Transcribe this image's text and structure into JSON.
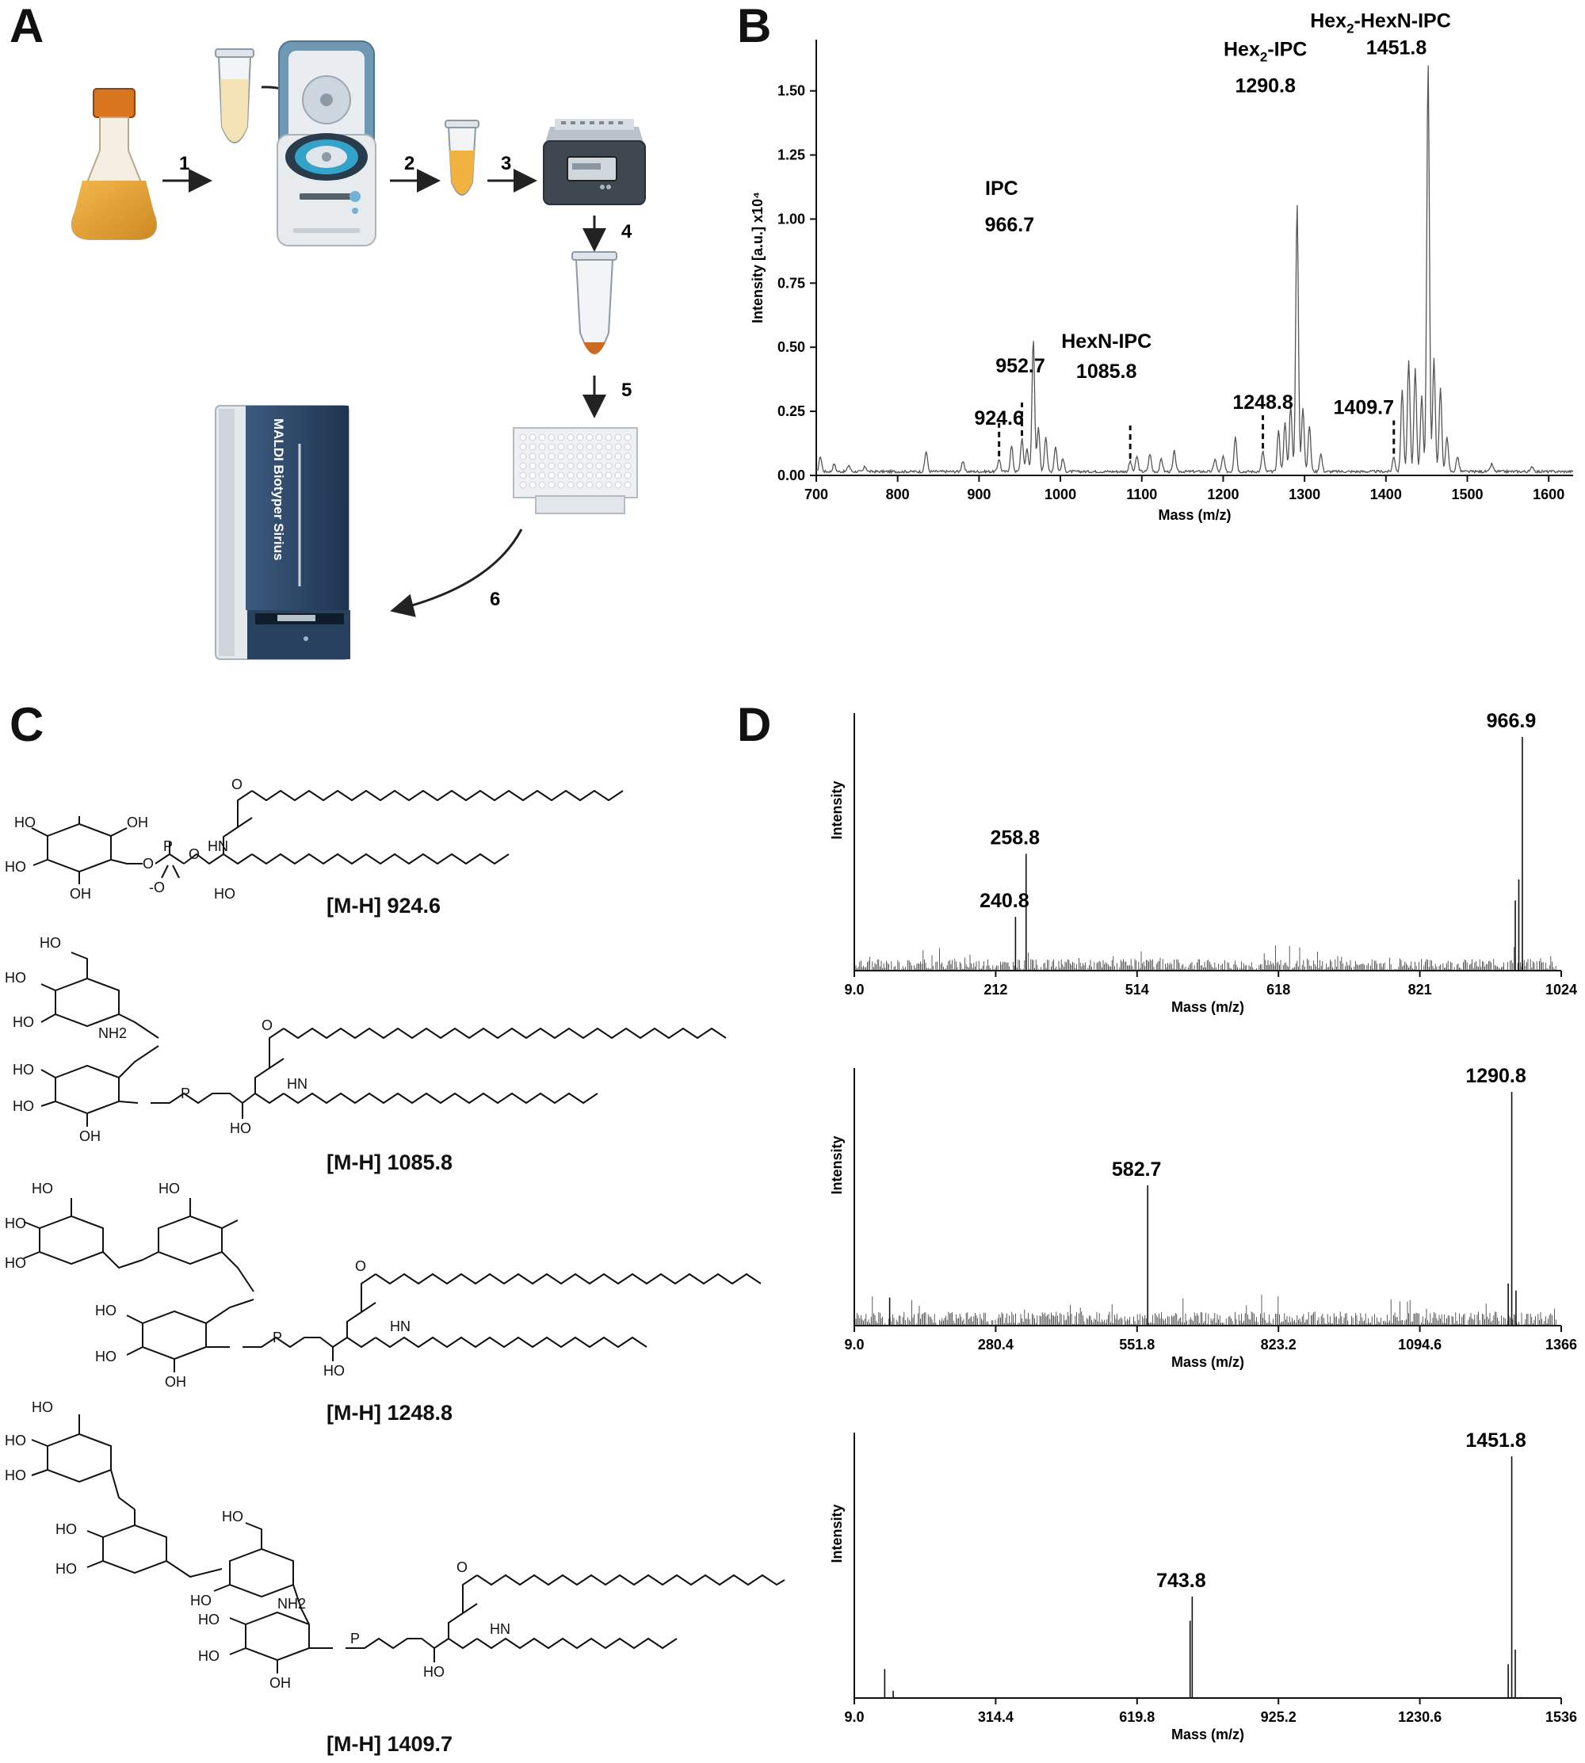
{
  "panels": {
    "a": "A",
    "b": "B",
    "c": "C",
    "d": "D"
  },
  "workflow": {
    "steps": [
      "1",
      "2",
      "3",
      "4",
      "5",
      "6"
    ],
    "instrument_label": "MALDI Biotyper Sirius"
  },
  "structures": {
    "labels": [
      "[M-H] 924.6",
      "[M-H] 1085.8",
      "[M-H] 1248.8",
      "[M-H] 1409.7"
    ],
    "atoms": {
      "ho": "HO",
      "oh": "OH",
      "o": "O",
      "p": "P",
      "hn": "HN",
      "nh2": "NH2",
      "o_minus": "-O"
    }
  },
  "chart_data": [
    {
      "type": "line",
      "panel": "B",
      "xlabel": "Mass (m/z)",
      "ylabel": "Intensity [a.u.] x10⁴",
      "xlim": [
        700,
        1630
      ],
      "ylim": [
        0,
        1.7
      ],
      "x_ticks": [
        "700",
        "800",
        "900",
        "1000",
        "1100",
        "1200",
        "1300",
        "1400",
        "1500",
        "1600"
      ],
      "y_ticks": [
        "0.00",
        "0.25",
        "0.50",
        "0.75",
        "1.00",
        "1.25",
        "1.50"
      ],
      "peaks": [
        {
          "x": 705,
          "y": 0.06
        },
        {
          "x": 722,
          "y": 0.03
        },
        {
          "x": 740,
          "y": 0.025
        },
        {
          "x": 760,
          "y": 0.02
        },
        {
          "x": 835,
          "y": 0.08
        },
        {
          "x": 880,
          "y": 0.04
        },
        {
          "x": 924.6,
          "y": 0.05
        },
        {
          "x": 940,
          "y": 0.1
        },
        {
          "x": 952.7,
          "y": 0.13
        },
        {
          "x": 959,
          "y": 0.09
        },
        {
          "x": 966.7,
          "y": 0.52
        },
        {
          "x": 973,
          "y": 0.17
        },
        {
          "x": 982,
          "y": 0.14
        },
        {
          "x": 994,
          "y": 0.1
        },
        {
          "x": 1003,
          "y": 0.05
        },
        {
          "x": 1085.8,
          "y": 0.04
        },
        {
          "x": 1094,
          "y": 0.06
        },
        {
          "x": 1110,
          "y": 0.07
        },
        {
          "x": 1124,
          "y": 0.05
        },
        {
          "x": 1140,
          "y": 0.08
        },
        {
          "x": 1190,
          "y": 0.05
        },
        {
          "x": 1200,
          "y": 0.06
        },
        {
          "x": 1215,
          "y": 0.14
        },
        {
          "x": 1248.8,
          "y": 0.08
        },
        {
          "x": 1268,
          "y": 0.16
        },
        {
          "x": 1276,
          "y": 0.19
        },
        {
          "x": 1283,
          "y": 0.26
        },
        {
          "x": 1290.8,
          "y": 1.05
        },
        {
          "x": 1298,
          "y": 0.25
        },
        {
          "x": 1306,
          "y": 0.18
        },
        {
          "x": 1320,
          "y": 0.07
        },
        {
          "x": 1409.7,
          "y": 0.06
        },
        {
          "x": 1420,
          "y": 0.32
        },
        {
          "x": 1428,
          "y": 0.43
        },
        {
          "x": 1436,
          "y": 0.4
        },
        {
          "x": 1444,
          "y": 0.3
        },
        {
          "x": 1451.8,
          "y": 1.6
        },
        {
          "x": 1459,
          "y": 0.44
        },
        {
          "x": 1467,
          "y": 0.33
        },
        {
          "x": 1475,
          "y": 0.14
        },
        {
          "x": 1488,
          "y": 0.06
        },
        {
          "x": 1530,
          "y": 0.03
        },
        {
          "x": 1580,
          "y": 0.02
        }
      ],
      "annotations": [
        {
          "label": "924.6",
          "x": 924.6,
          "y": 0.05,
          "dashed": true
        },
        {
          "label": "952.7",
          "x": 952.7,
          "y": 0.13,
          "dashed": true
        },
        {
          "label": "IPC",
          "x": 966.7,
          "y": 0.52,
          "dashed": false
        },
        {
          "label": "966.7",
          "x": 966.7,
          "y": 0.52,
          "dashed": false
        },
        {
          "label": "HexN-IPC",
          "x": 1085.8,
          "y": 0.04,
          "dashed": true
        },
        {
          "label": "1085.8",
          "x": 1085.8,
          "y": 0.04,
          "dashed": true
        },
        {
          "label": "1248.8",
          "x": 1248.8,
          "y": 0.08,
          "dashed": true
        },
        {
          "label": "Hex2-IPC",
          "x": 1290.8,
          "y": 1.05,
          "dashed": false
        },
        {
          "label": "1290.8",
          "x": 1290.8,
          "y": 1.05,
          "dashed": false
        },
        {
          "label": "1409.7",
          "x": 1409.7,
          "y": 0.06,
          "dashed": true
        },
        {
          "label": "Hex2-HexN-IPC",
          "x": 1451.8,
          "y": 1.6,
          "dashed": false
        },
        {
          "label": "1451.8",
          "x": 1451.8,
          "y": 1.6,
          "dashed": false
        }
      ]
    },
    {
      "type": "line",
      "panel": "D1",
      "xlabel": "Mass (m/z)",
      "ylabel": "Intensity",
      "x_ticks": [
        "9.0",
        "212",
        "514",
        "618",
        "821",
        "1024"
      ],
      "peaks": [
        {
          "x": 0.228,
          "y": 0.23,
          "label": "240.8"
        },
        {
          "x": 0.243,
          "y": 0.5,
          "label": "258.8"
        },
        {
          "x": 0.935,
          "y": 0.3
        },
        {
          "x": 0.94,
          "y": 0.39
        },
        {
          "x": 0.945,
          "y": 1.0,
          "label": "966.9"
        }
      ],
      "noise_level": 0.05
    },
    {
      "type": "line",
      "panel": "D2",
      "xlabel": "Mass (m/z)",
      "ylabel": "Intensity",
      "x_ticks": [
        "9.0",
        "280.4",
        "551.8",
        "823.2",
        "1094.6",
        "1366"
      ],
      "peaks": [
        {
          "x": 0.05,
          "y": 0.12
        },
        {
          "x": 0.415,
          "y": 0.6,
          "label": "582.7"
        },
        {
          "x": 0.925,
          "y": 0.18
        },
        {
          "x": 0.93,
          "y": 1.0,
          "label": "1290.8"
        },
        {
          "x": 0.936,
          "y": 0.15
        }
      ],
      "noise_level": 0.06
    },
    {
      "type": "line",
      "panel": "D3",
      "xlabel": "Mass (m/z)",
      "ylabel": "Intensity",
      "x_ticks": [
        "9.0",
        "314.4",
        "619.8",
        "925.2",
        "1230.6",
        "1536"
      ],
      "peaks": [
        {
          "x": 0.043,
          "y": 0.12
        },
        {
          "x": 0.055,
          "y": 0.03
        },
        {
          "x": 0.475,
          "y": 0.32
        },
        {
          "x": 0.478,
          "y": 0.42,
          "label": "743.8"
        },
        {
          "x": 0.925,
          "y": 0.14
        },
        {
          "x": 0.93,
          "y": 1.0,
          "label": "1451.8"
        },
        {
          "x": 0.935,
          "y": 0.2
        }
      ],
      "noise_level": 0.0
    }
  ]
}
